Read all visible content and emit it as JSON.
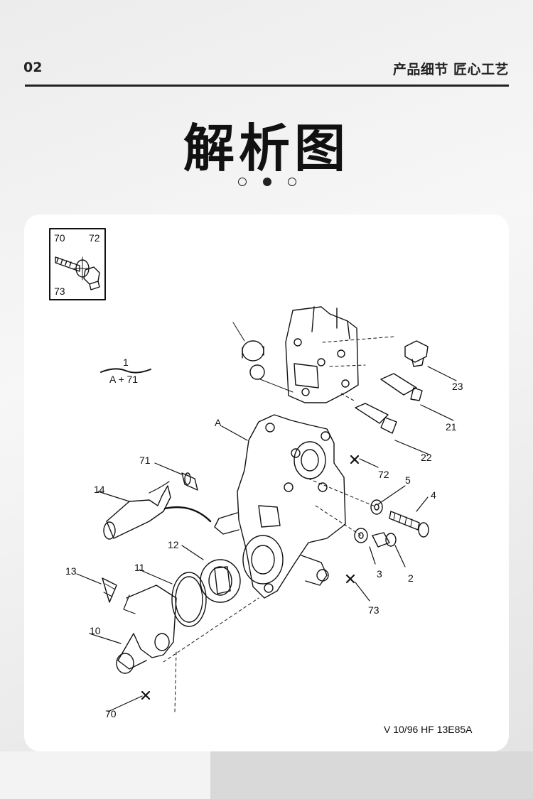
{
  "header": {
    "page_number": "02",
    "section_title": "产品细节 匠心工艺"
  },
  "title": "解析图",
  "pagination": {
    "active_index": 1,
    "count": 3
  },
  "diagram": {
    "inset_labels": [
      "70",
      "72",
      "73"
    ],
    "legend": {
      "top": "1",
      "bottom": "A + 71"
    },
    "labels": {
      "A": "A",
      "p1": "1",
      "p2": "2",
      "p3": "3",
      "p4": "4",
      "p5": "5",
      "p10": "10",
      "p11": "11",
      "p12": "12",
      "p13": "13",
      "p14": "14",
      "p21": "21",
      "p22": "22",
      "p23": "23",
      "p70": "70",
      "p71": "71",
      "p72": "72",
      "p73": "73"
    },
    "reference_code": "V 10/96 HF 13E85A"
  }
}
